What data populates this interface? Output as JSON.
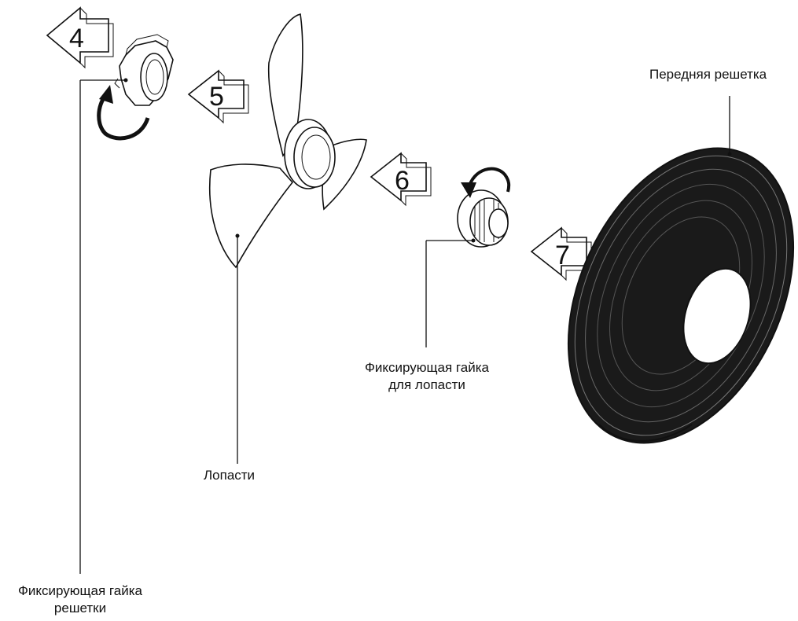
{
  "steps": [
    {
      "number": "4"
    },
    {
      "number": "5"
    },
    {
      "number": "6"
    },
    {
      "number": "7"
    }
  ],
  "labels": {
    "front_grille": "Передняя решетка",
    "blades": "Лопасти",
    "blade_nut_line1": "Фиксирующая гайка",
    "blade_nut_line2": "для лопасти",
    "grille_nut_line1": "Фиксирующая гайка",
    "grille_nut_line2": "решетки"
  },
  "icons": {
    "arrow": "hollow-arrow-left-icon",
    "rotate": "rotate-arrow-icon"
  },
  "colors": {
    "ink": "#111111",
    "background": "#ffffff"
  }
}
